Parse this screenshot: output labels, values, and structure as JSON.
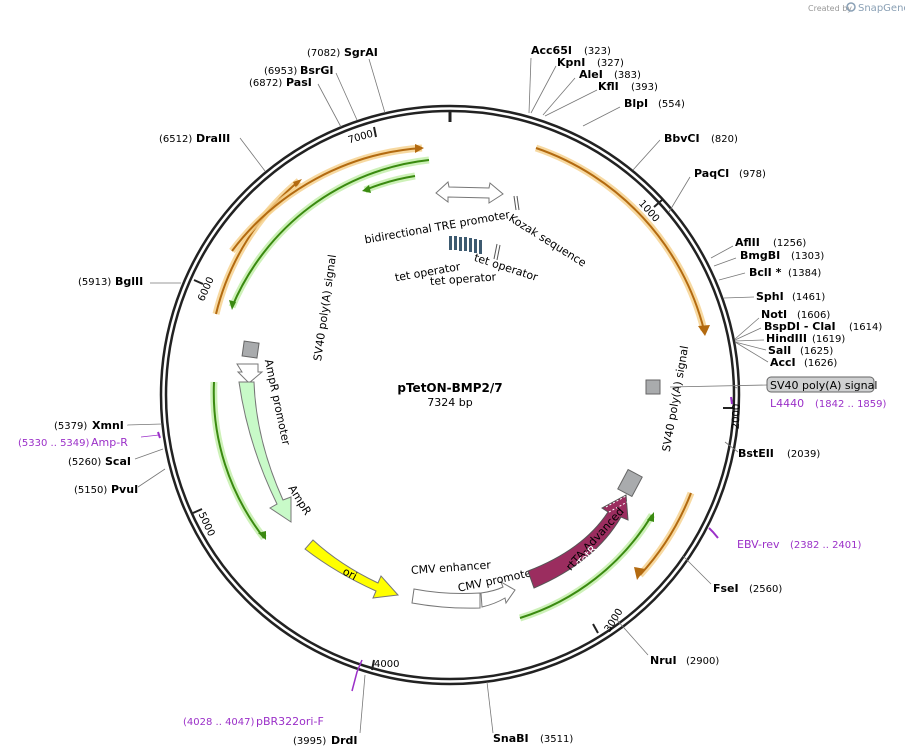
{
  "header": {
    "credit_prefix": "Created by",
    "credit_brand": "SnapGene"
  },
  "plasmid": {
    "name": "pTetON-BMP2/7",
    "length_label": "7324 bp",
    "length": 7324
  },
  "ticks": [
    "1000",
    "2000",
    "3000",
    "4000",
    "5000",
    "6000",
    "7000"
  ],
  "restriction_sites": [
    {
      "name": "Acc65I",
      "pos": "(323)"
    },
    {
      "name": "KpnI",
      "pos": "(327)"
    },
    {
      "name": "AleI",
      "pos": "(383)"
    },
    {
      "name": "KflI",
      "pos": "(393)"
    },
    {
      "name": "BlpI",
      "pos": "(554)"
    },
    {
      "name": "BbvCI",
      "pos": "(820)"
    },
    {
      "name": "PaqCI",
      "pos": "(978)"
    },
    {
      "name": "AflII",
      "pos": "(1256)"
    },
    {
      "name": "BmgBI",
      "pos": "(1303)"
    },
    {
      "name": "BclI *",
      "pos": "(1384)"
    },
    {
      "name": "SphI",
      "pos": "(1461)"
    },
    {
      "name": "NotI",
      "pos": "(1606)"
    },
    {
      "name": "BspDI  - ClaI",
      "pos": "(1614)"
    },
    {
      "name": "HindIII",
      "pos": "(1619)"
    },
    {
      "name": "SalI",
      "pos": "(1625)"
    },
    {
      "name": "AccI",
      "pos": "(1626)"
    },
    {
      "name": "BstEII",
      "pos": "(2039)"
    },
    {
      "name": "FseI",
      "pos": "(2560)"
    },
    {
      "name": "NruI",
      "pos": "(2900)"
    },
    {
      "name": "SnaBI",
      "pos": "(3511)"
    },
    {
      "name": "DrdI",
      "pos": "(3995)"
    },
    {
      "name": "PvuI",
      "pos": "(5150)"
    },
    {
      "name": "ScaI",
      "pos": "(5260)"
    },
    {
      "name": "XmnI",
      "pos": "(5379)"
    },
    {
      "name": "BglII",
      "pos": "(5913)"
    },
    {
      "name": "DraIII",
      "pos": "(6512)"
    },
    {
      "name": "PasI",
      "pos": "(6872)"
    },
    {
      "name": "BsrGI",
      "pos": "(6953)"
    },
    {
      "name": "SgrAI",
      "pos": "(7082)"
    }
  ],
  "primers": [
    {
      "name": "L4440",
      "pos": "(1842 .. 1859)"
    },
    {
      "name": "EBV-rev",
      "pos": "(2382 .. 2401)"
    },
    {
      "name": "pBR322ori-F",
      "pos": "(4028 .. 4047)"
    },
    {
      "name": "Amp-R",
      "pos": "(5330 .. 5349)"
    }
  ],
  "features": [
    {
      "name": "SV40 poly(A) signal",
      "label": "SV40 poly(A) signal",
      "color": "#a9abad"
    },
    {
      "name": "bidirectional TRE promoter",
      "label": "bidirectional TRE promoter",
      "color": "#ffffff"
    },
    {
      "name": "Kozak sequence",
      "label": "Kozak sequence",
      "color": "#ffffff"
    },
    {
      "name": "tet operator",
      "label": "tet operator",
      "color": "#3d5a70"
    },
    {
      "name": "AmpR promoter",
      "label": "AmpR promoter",
      "color": "#ffffff"
    },
    {
      "name": "AmpR",
      "label": "AmpR",
      "color": "#c8fac8"
    },
    {
      "name": "ori",
      "label": "ori",
      "color": "#ffff00"
    },
    {
      "name": "CMV enhancer",
      "label": "CMV enhancer",
      "color": "#ffffff"
    },
    {
      "name": "CMV promoter",
      "label": "CMV promoter",
      "color": "#ffffff"
    },
    {
      "name": "rtTA-Advanced",
      "label": "rtTA-Advanced",
      "color": "#9b2d5f"
    },
    {
      "name": "rTetR",
      "label": "rTetR",
      "color": "#9b2d5f"
    },
    {
      "name": "SV40 poly(A) signal",
      "label": "SV40 poly(A) signal",
      "color": "#a9abad"
    }
  ],
  "colors": {
    "backbone": "#222222",
    "orf_orange": "#e8a33a",
    "orf_green": "#4a9a1a",
    "primer": "#9b30c8",
    "highlight_box": "#cfd0d1"
  }
}
